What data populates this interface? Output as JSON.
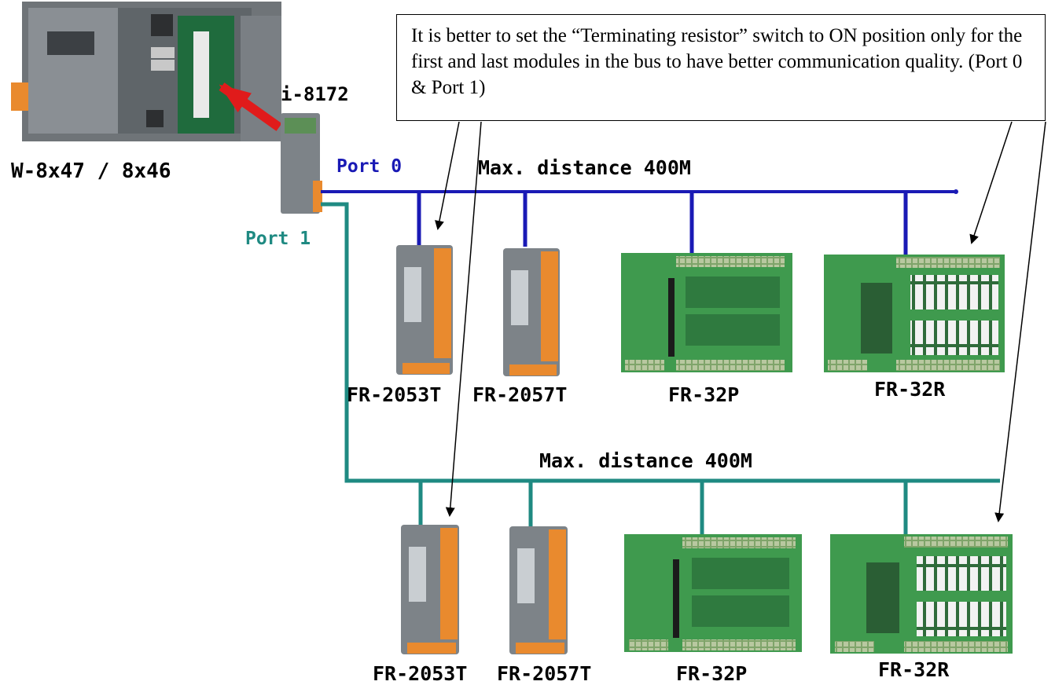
{
  "callout": {
    "text": "It is better to set the “Terminating resistor” switch to ON position only for the first and last modules in the bus to have better communication quality. (Port 0 & Port 1)"
  },
  "controller": {
    "label": "W-8x47 / 8x46"
  },
  "card": {
    "label": "i-8172"
  },
  "ports": {
    "port0": "Port 0",
    "port1": "Port 1"
  },
  "bus_top": {
    "distance_label": "Max. distance 400M"
  },
  "bus_bottom": {
    "distance_label": "Max. distance 400M"
  },
  "modules_top": [
    "FR-2053T",
    "FR-2057T",
    "FR-32P",
    "FR-32R"
  ],
  "modules_bottom": [
    "FR-2053T",
    "FR-2057T",
    "FR-32P",
    "FR-32R"
  ],
  "colors": {
    "port0_line": "#1a1ab5",
    "port1_line": "#1f8a82",
    "arrow": "#e01b1b"
  }
}
